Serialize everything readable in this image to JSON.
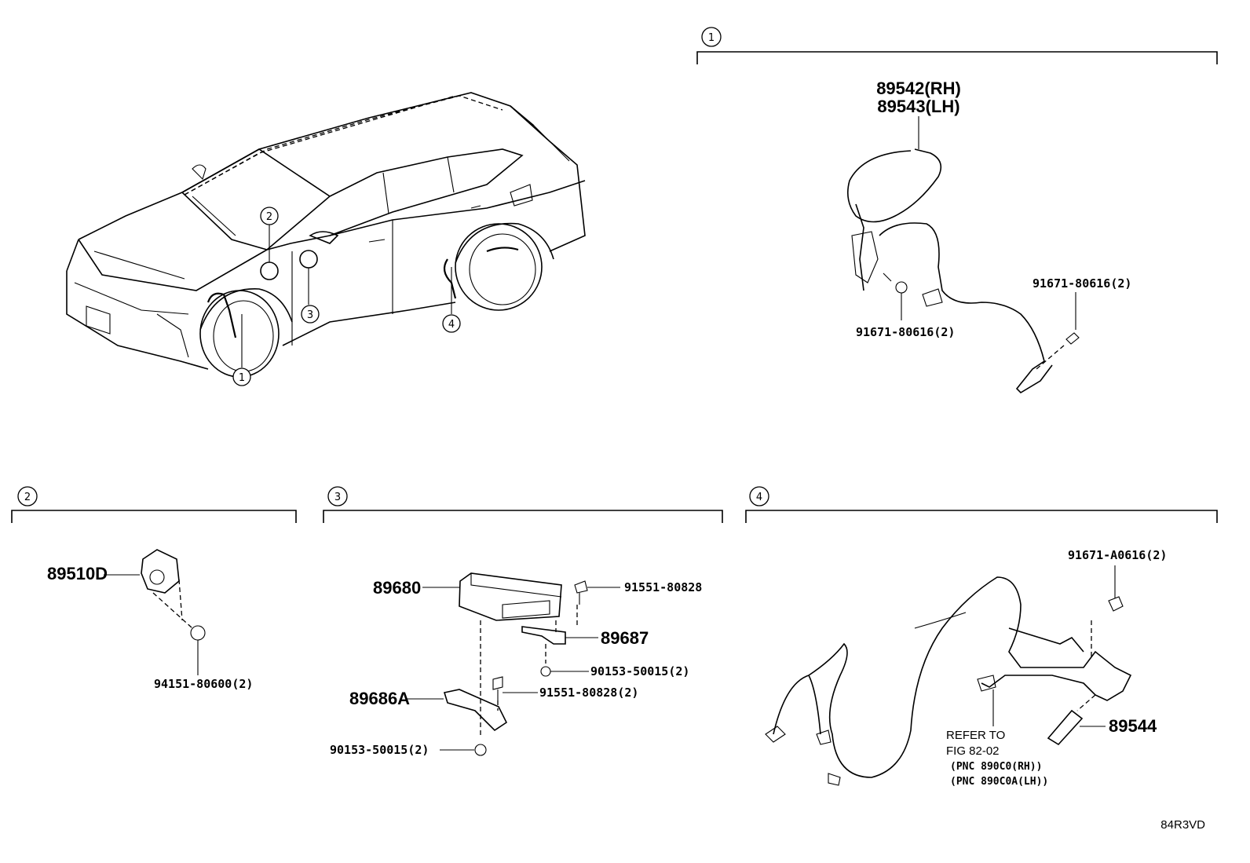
{
  "sections": {
    "s1": {
      "marker": "1"
    },
    "s2": {
      "marker": "2"
    },
    "s3": {
      "marker": "3"
    },
    "s4": {
      "marker": "4"
    }
  },
  "vehicle_callouts": [
    "1",
    "2",
    "3",
    "4"
  ],
  "section1": {
    "sensor_rh": "89542(RH)",
    "sensor_lh": "89543(LH)",
    "bolt_a": "91671-80616(2)",
    "bolt_b": "91671-80616(2)"
  },
  "section2": {
    "sensor": "89510D",
    "nut": "94151-80600(2)"
  },
  "section3": {
    "ecu": "89680",
    "bolt_top": "91551-80828",
    "bracket": "89687",
    "bolt_mid": "90153-50015(2)",
    "bolt_lower": "91551-80828(2)",
    "bracket_a": "89686A",
    "bolt_bottom": "90153-50015(2)"
  },
  "section4": {
    "bolt": "91671-A0616(2)",
    "sensor": "89544",
    "refer_line1": "REFER TO",
    "refer_line2": "FIG 82-02",
    "pnc_rh": "(PNC 890C0(RH))",
    "pnc_lh": "(PNC 890C0A(LH))"
  },
  "figure_code": "84R3VD"
}
